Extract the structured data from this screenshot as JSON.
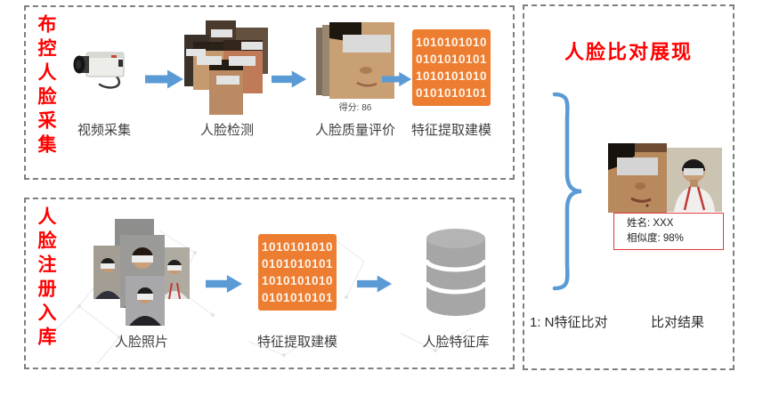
{
  "top_box": {
    "side_title": "布控人脸采集",
    "steps": {
      "capture": {
        "label": "视频采集"
      },
      "detect": {
        "label": "人脸检测"
      },
      "quality": {
        "label": "人脸质量评价",
        "score": "得分: 86"
      },
      "feature": {
        "label": "特征提取建模"
      }
    },
    "binary_lines": [
      "1010101010",
      "0101010101",
      "1010101010",
      "0101010101"
    ]
  },
  "bottom_box": {
    "side_title": "人脸注册入库",
    "steps": {
      "photos": {
        "label": "人脸照片"
      },
      "feature": {
        "label": "特征提取建模"
      },
      "db": {
        "label": "人脸特征库"
      }
    },
    "binary_lines": [
      "1010101010",
      "0101010101",
      "1010101010",
      "0101010101"
    ]
  },
  "right_box": {
    "title": "人脸比对展现",
    "result_card": {
      "name": "姓名: XXX",
      "similarity": "相似度: 98%"
    },
    "compare_label": "1: N特征比对",
    "result_label": "比对结果"
  },
  "icons": {
    "camera-icon": "svg-box-camera",
    "arrow-right-icon": "svg-block-arrow",
    "face-cluster-icon": "svg-overlapping-face-photos",
    "face-quality-icon": "svg-face-photo-stack",
    "binary-matrix-icon": "svg-orange-binary-grid",
    "photo-stack-icon": "svg-portrait-photo-stack",
    "database-icon": "svg-cylinder-database",
    "curly-brace-icon": "svg-right-curly-brace",
    "network-pattern": "svg-faint-plexus-lines"
  },
  "colors": {
    "accent_red": "#ff0000",
    "arrow_blue": "#5b9bd5",
    "binary_orange": "#ed7d31",
    "border_gray": "#7f7f7f",
    "db_gray": "#a6a6a6",
    "card_border_red": "#e23b3b"
  }
}
